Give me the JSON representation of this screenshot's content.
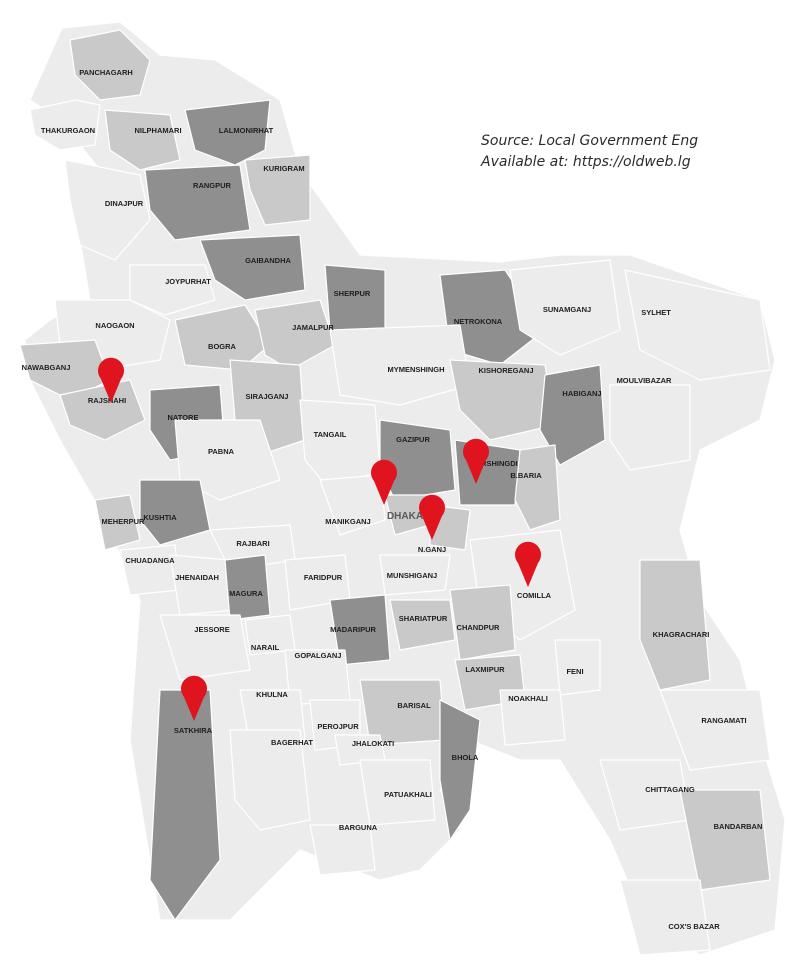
{
  "source": {
    "line1": "Source: Local Government Eng",
    "line2": "Available at: https://oldweb.lg"
  },
  "capital": "DHAKA",
  "districts": [
    "PANCHAGARH",
    "THAKURGAON",
    "NILPHAMARI",
    "LALMONIRHAT",
    "KURIGRAM",
    "RANGPUR",
    "DINAJPUR",
    "GAIBANDHA",
    "JOYPURHAT",
    "SHERPUR",
    "NAOGAON",
    "JAMALPUR",
    "NETROKONA",
    "SUNAMGANJ",
    "SYLHET",
    "BOGRA",
    "NAWABGANJ",
    "MYMENSHINGH",
    "RAJSHAHI",
    "SIRAJGANJ",
    "KISHOREGANJ",
    "HABIGANJ",
    "MOULVIBAZAR",
    "NATORE",
    "TANGAIL",
    "GAZIPUR",
    "PABNA",
    "NARSHINGDI",
    "B.BARIA",
    "MEHERPUR",
    "KUSHTIA",
    "MANIKGANJ",
    "N.GANJ",
    "RAJBARI",
    "CHUADANGA",
    "JHENAIDAH",
    "FARIDPUR",
    "MUNSHIGANJ",
    "COMILLA",
    "MAGURA",
    "JESSORE",
    "SHARIATPUR",
    "CHANDPUR",
    "KHAGRACHARI",
    "NARAIL",
    "MADARIPUR",
    "GOPALGANJ",
    "LAXMIPUR",
    "FENI",
    "NOAKHALI",
    "KHULNA",
    "BARISAL",
    "PEROJPUR",
    "RANGAMATI",
    "SATKHIRA",
    "BAGERHAT",
    "JHALOKATI",
    "BHOLA",
    "PATUAKHALI",
    "CHITTAGANG",
    "BANDARBAN",
    "BARGUNA",
    "COX'S BAZAR"
  ],
  "markers": [
    "RAJSHAHI",
    "DHAKA",
    "NARSHINGDI",
    "N.GANJ",
    "COMILLA",
    "SATKHIRA"
  ],
  "colors": {
    "marker": "#e0141e",
    "land_light": "#ececec",
    "land_mid": "#c9c9c9",
    "land_dark": "#8f8f8f",
    "border": "#ffffff",
    "label": "#1e1e1e"
  }
}
